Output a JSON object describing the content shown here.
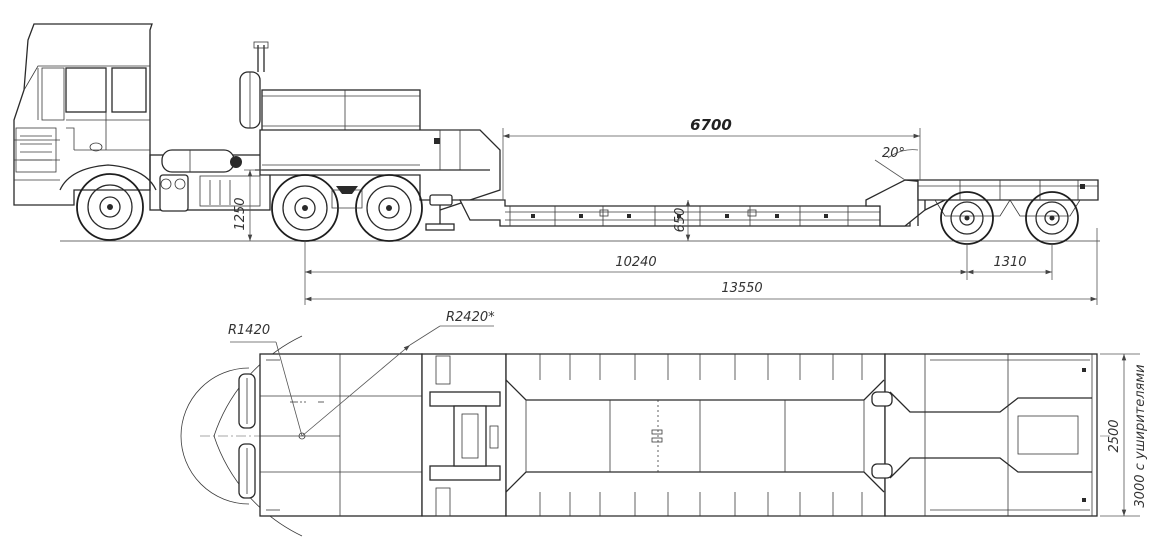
{
  "dimensions": {
    "deck_length": "6700",
    "deck_angle": "20°",
    "coupling_height": "1250",
    "deck_height": "650",
    "wheelbase_front": "10240",
    "axle_spacing": "1310",
    "overall_length": "13550",
    "turning_radius_front": "R1420",
    "turning_radius_rear": "R2420*",
    "width": "2500",
    "width_extended": "3000 с уширителями"
  }
}
